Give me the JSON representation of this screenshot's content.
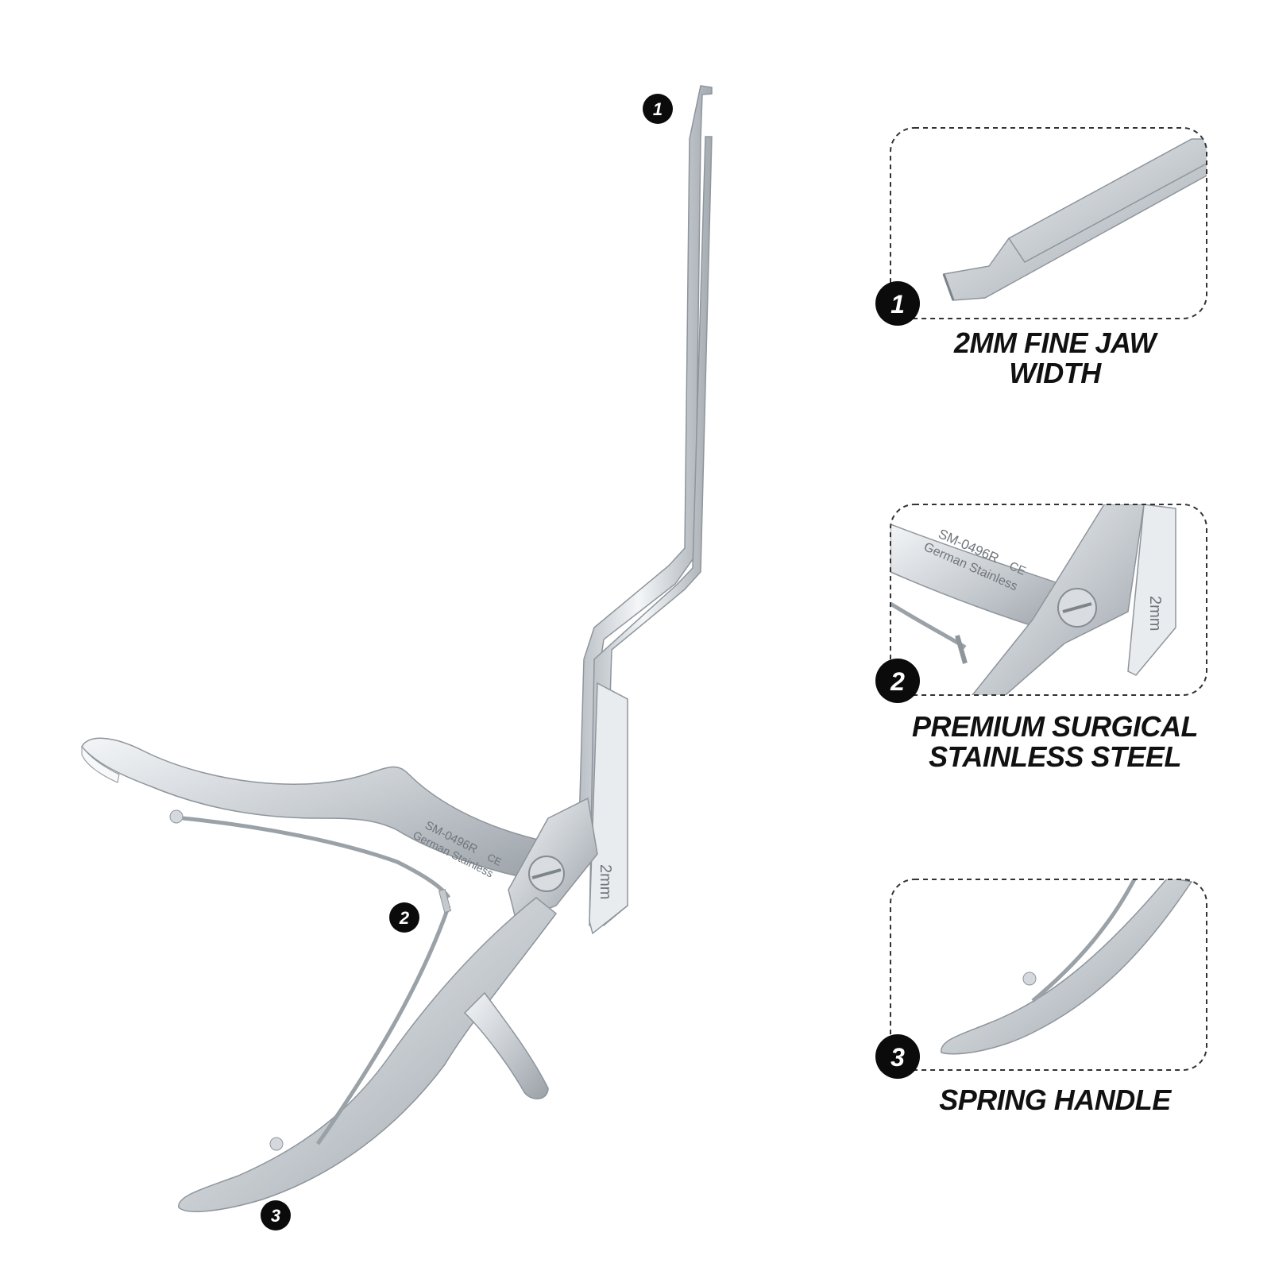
{
  "product": {
    "engraving_model": "SM-0496R",
    "engraving_ce": "CE",
    "engraving_maker": "German Stainless",
    "engraving_size": "2mm"
  },
  "markers": [
    "1",
    "2",
    "3"
  ],
  "features": [
    {
      "number": "1",
      "title_line1": "2MM FINE JAW",
      "title_line2": "WIDTH"
    },
    {
      "number": "2",
      "title_line1": "PREMIUM SURGICAL",
      "title_line2": "STAINLESS STEEL"
    },
    {
      "number": "3",
      "title_line1": "SPRING HANDLE",
      "title_line2": ""
    }
  ],
  "colors": {
    "steel_light": "#eef0f2",
    "steel_mid": "#c9ced3",
    "steel_dark": "#8f969c",
    "badge": "#0b0b0b",
    "dash": "#333333"
  }
}
